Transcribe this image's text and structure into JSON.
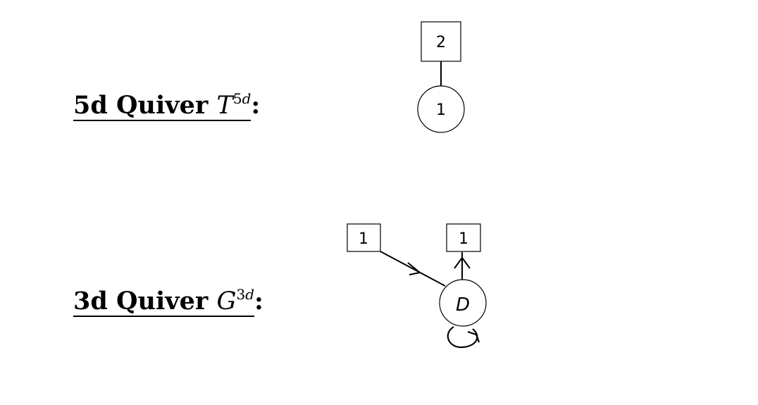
{
  "quiver_5d": {
    "heading_bold": "5d Quiver ",
    "heading_symbol": "T",
    "heading_sup_num": "5",
    "heading_sup_var": "d",
    "heading_colon": ":",
    "flavor_node_label": "2",
    "gauge_node_label": "1"
  },
  "quiver_3d": {
    "heading_bold": "3d Quiver ",
    "heading_symbol": "G",
    "heading_sup_num": "3",
    "heading_sup_var": "d",
    "heading_colon": ":",
    "left_flavor_label": "1",
    "top_flavor_label": "1",
    "gauge_node_label": "D"
  }
}
